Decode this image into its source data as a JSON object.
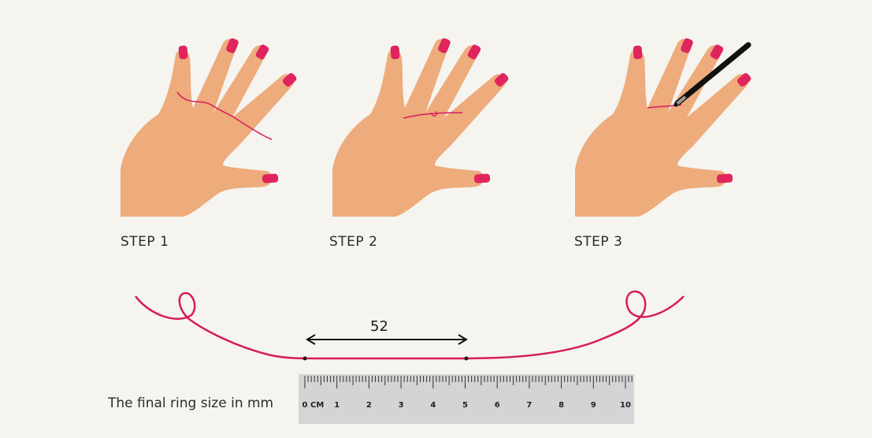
{
  "steps": [
    {
      "label": "STEP 1"
    },
    {
      "label": "STEP 2"
    },
    {
      "label": "STEP 3"
    }
  ],
  "measurement": {
    "value": "52"
  },
  "ruler": {
    "unit": "cm",
    "numbers": [
      "0",
      "1",
      "2",
      "3",
      "4",
      "5",
      "6",
      "7",
      "8",
      "9",
      "10"
    ]
  },
  "caption": "The final ring size in mm",
  "colors": {
    "background": "#f5f4ef",
    "skin": "#eeab7c",
    "nail": "#e0245e",
    "string": "#d81b5a",
    "ruler": "#d4d4d4"
  }
}
